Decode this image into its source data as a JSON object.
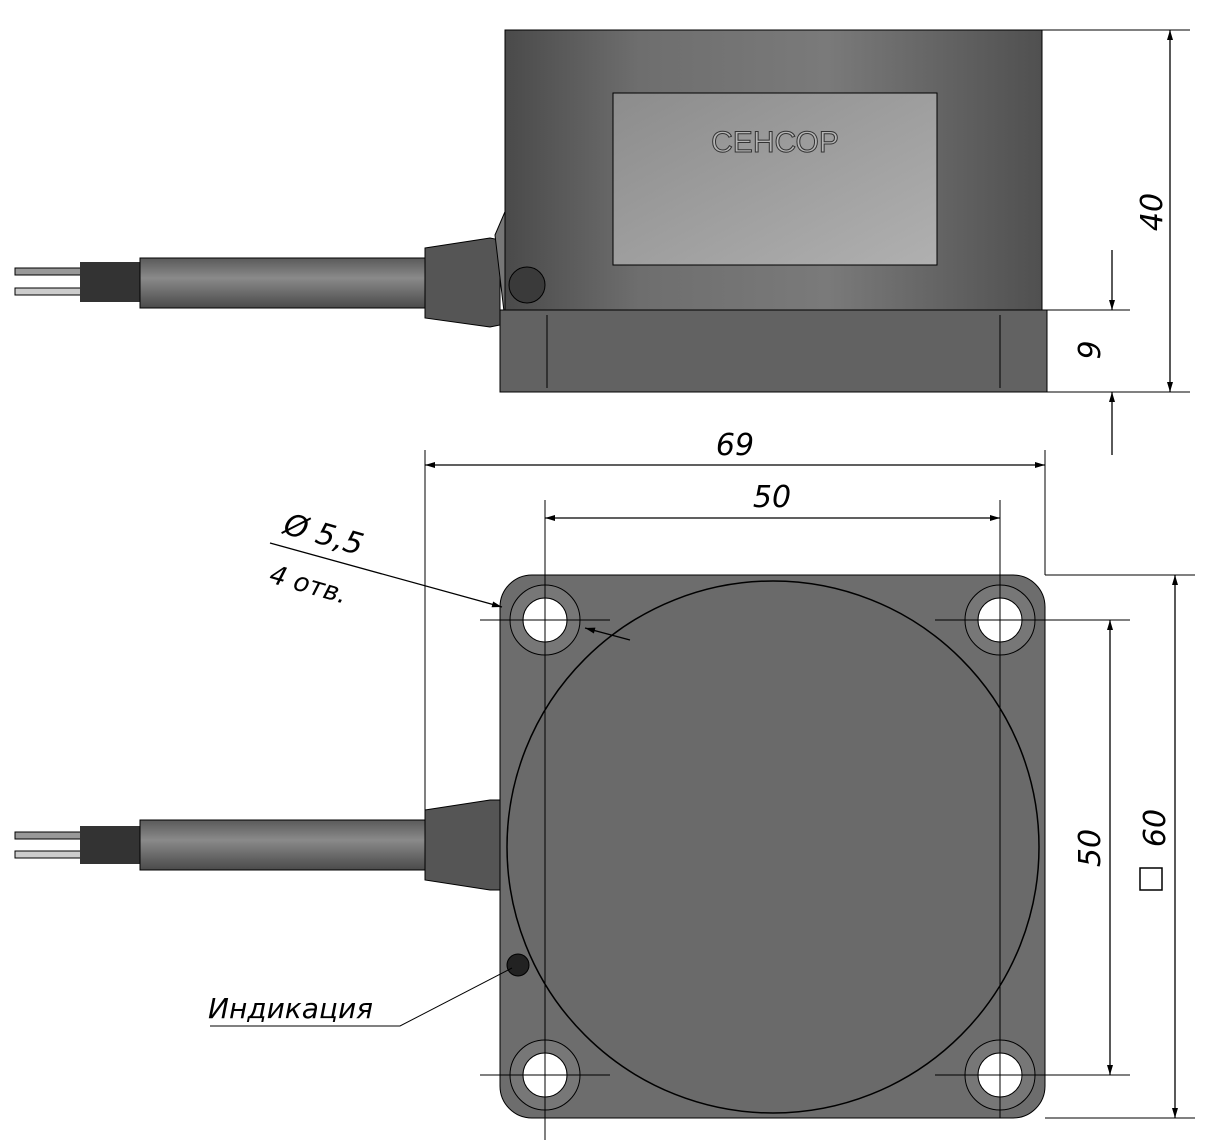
{
  "side_view": {
    "brand_label": "СЕНСОР",
    "dim_height_total": "40",
    "dim_base_height": "9"
  },
  "top_view": {
    "dim_overall_width": "69",
    "dim_hole_spacing_horizontal": "50",
    "dim_hole_spacing_vertical": "50",
    "dim_square": "60",
    "hole_diameter": "Ø 5,5",
    "hole_count": "4 отв.",
    "indicator_label": "Индикация"
  },
  "colors": {
    "body": "#6e6e6e",
    "plate": "#a8a8a8",
    "base": "#626262"
  }
}
